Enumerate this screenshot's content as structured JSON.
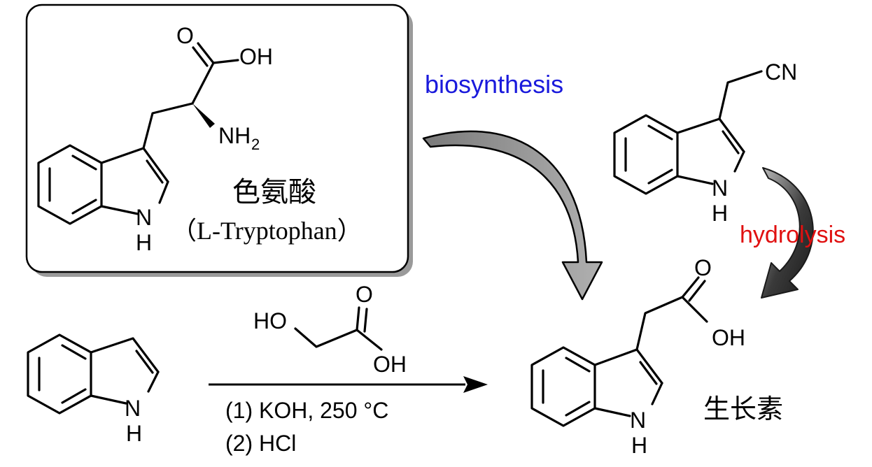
{
  "tryptophan_box": {
    "atoms": {
      "o_carbonyl": "O",
      "oh": "OH",
      "nh2_main": "NH",
      "nh2_sub": "2",
      "nh": "N",
      "h": "H"
    },
    "name_cn": "色氨酸",
    "name_en": "（L-Tryptophan）"
  },
  "indole_acetonitrile": {
    "atoms": {
      "cn": "CN",
      "nh": "N",
      "h": "H"
    }
  },
  "indole": {
    "atoms": {
      "nh": "N",
      "h": "H"
    }
  },
  "glycolic_acid": {
    "atoms": {
      "ho": "HO",
      "o": "O",
      "oh": "OH"
    }
  },
  "reaction_conditions": {
    "step1": "(1) KOH, 250 °C",
    "step2": "(2) HCl"
  },
  "arrows": {
    "biosynthesis": {
      "label": "biosynthesis",
      "color": "#1a1adc"
    },
    "hydrolysis": {
      "label": "hydrolysis",
      "color": "#e01010"
    }
  },
  "auxin": {
    "atoms": {
      "o": "O",
      "oh": "OH",
      "nh": "N",
      "h": "H"
    },
    "name_cn": "生长素"
  }
}
